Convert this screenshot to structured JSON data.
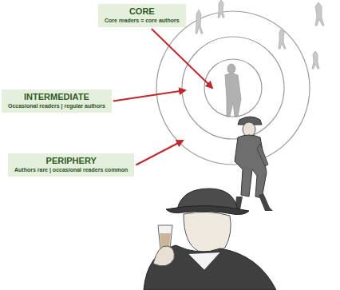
{
  "diagram": {
    "nodes": [
      {
        "text": [
          "CORE",
          "Core readers = core authors"
        ]
      },
      {
        "text": [
          "INTERMEDIATE",
          "Occasional readers | regular authors"
        ]
      },
      {
        "text": [
          "PERIPHERY",
          "Authors rare | occasional readers common"
        ]
      }
    ]
  }
}
